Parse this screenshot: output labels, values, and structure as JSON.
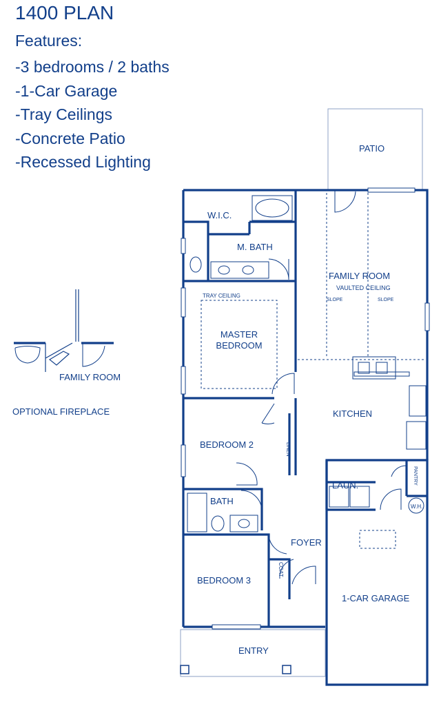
{
  "plan_title": "1400 PLAN",
  "features_heading": "Features:",
  "features": [
    "-3 bedrooms / 2 baths",
    "-1-Car Garage",
    "-Tray Ceilings",
    "-Concrete Patio",
    "-Recessed Lighting"
  ],
  "rooms": {
    "patio": "PATIO",
    "wic": "W.I.C.",
    "master_bath": "M. BATH",
    "family_room": "FAMILY ROOM",
    "vaulted_ceiling": "VAULTED CEILING",
    "slope_left": "SLOPE",
    "slope_right": "SLOPE",
    "tray_ceiling": "TRAY CEILING",
    "master_bedroom_line1": "MASTER",
    "master_bedroom_line2": "BEDROOM",
    "kitchen": "KITCHEN",
    "bedroom2": "BEDROOM 2",
    "linen": "LINEN",
    "laundry": "LAUN.",
    "pantry": "PANTRY",
    "water_heater": "W.H.",
    "bath": "BATH",
    "foyer": "FOYER",
    "coat": "COAT",
    "bedroom3": "BEDROOM 3",
    "garage": "1-CAR GARAGE",
    "entry": "ENTRY"
  },
  "inset": {
    "family_room": "FAMILY ROOM",
    "caption": "OPTIONAL FIREPLACE"
  }
}
